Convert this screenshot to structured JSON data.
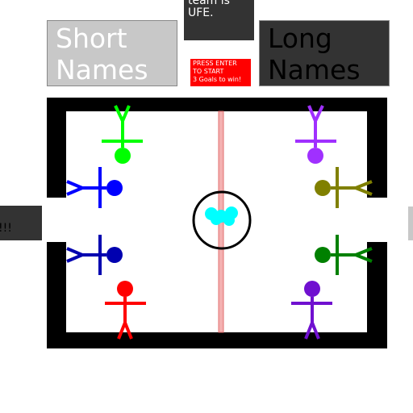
{
  "teams": {
    "left": {
      "line1": "Short",
      "line2": "Names"
    },
    "right": {
      "line1": "Long",
      "line2": "Names"
    }
  },
  "message": {
    "line1": "team is",
    "line2": "UFE."
  },
  "start": {
    "line1": "PRESS ENTER",
    "line2": "TO START",
    "line3": "3 Goals to win!"
  },
  "left_panel": {
    "text": "!!!"
  },
  "colors": {
    "left_team_panel": "#c8c8c8",
    "right_team_panel": "#333333",
    "start_box": "#ff0000",
    "rink_border": "#000000",
    "center_line": "#f4a0a0",
    "puck": "#00ffff",
    "player_top_left": "#00ff00",
    "player_mid_left_upper": "#0000ff",
    "player_mid_left_lower": "#0000b0",
    "player_bottom_left": "#ff0000",
    "player_top_right": "#a030ff",
    "player_mid_right_upper": "#808000",
    "player_mid_right_lower": "#008000",
    "player_bottom_right": "#7010d0"
  }
}
